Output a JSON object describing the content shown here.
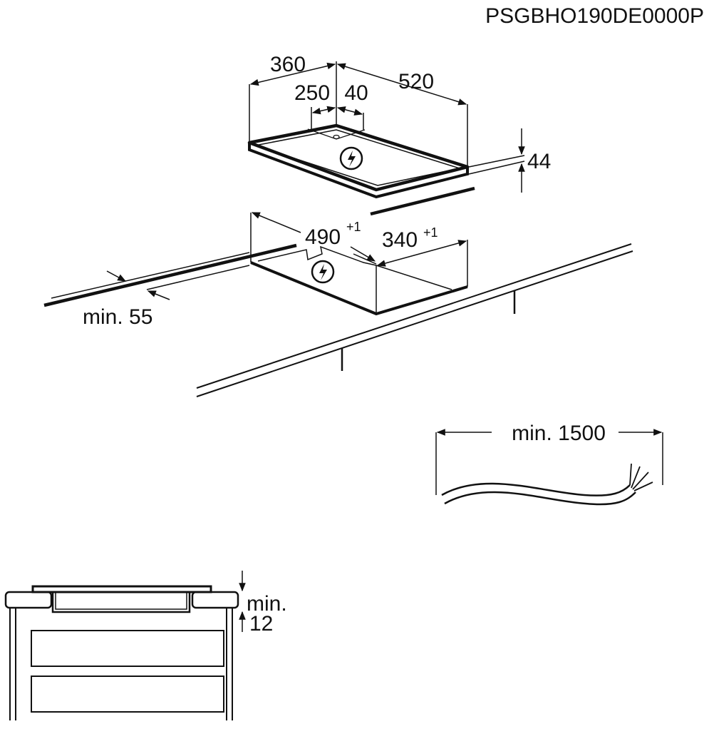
{
  "document_code": "PSGBHO190DE0000P",
  "hob": {
    "width_label": "360",
    "depth_label": "520",
    "offset_left_label": "250",
    "offset_right_label": "40",
    "height_label": "44",
    "symbol": "electric-hazard-icon"
  },
  "cutout": {
    "depth_label": "490",
    "depth_tolerance": "+1",
    "width_label": "340",
    "width_tolerance": "+1",
    "edge_distance_label": "min. 55",
    "symbol": "electric-hazard-icon"
  },
  "cable": {
    "length_label": "min. 1500"
  },
  "section": {
    "clearance_label_line1": "min.",
    "clearance_label_line2": "12"
  }
}
